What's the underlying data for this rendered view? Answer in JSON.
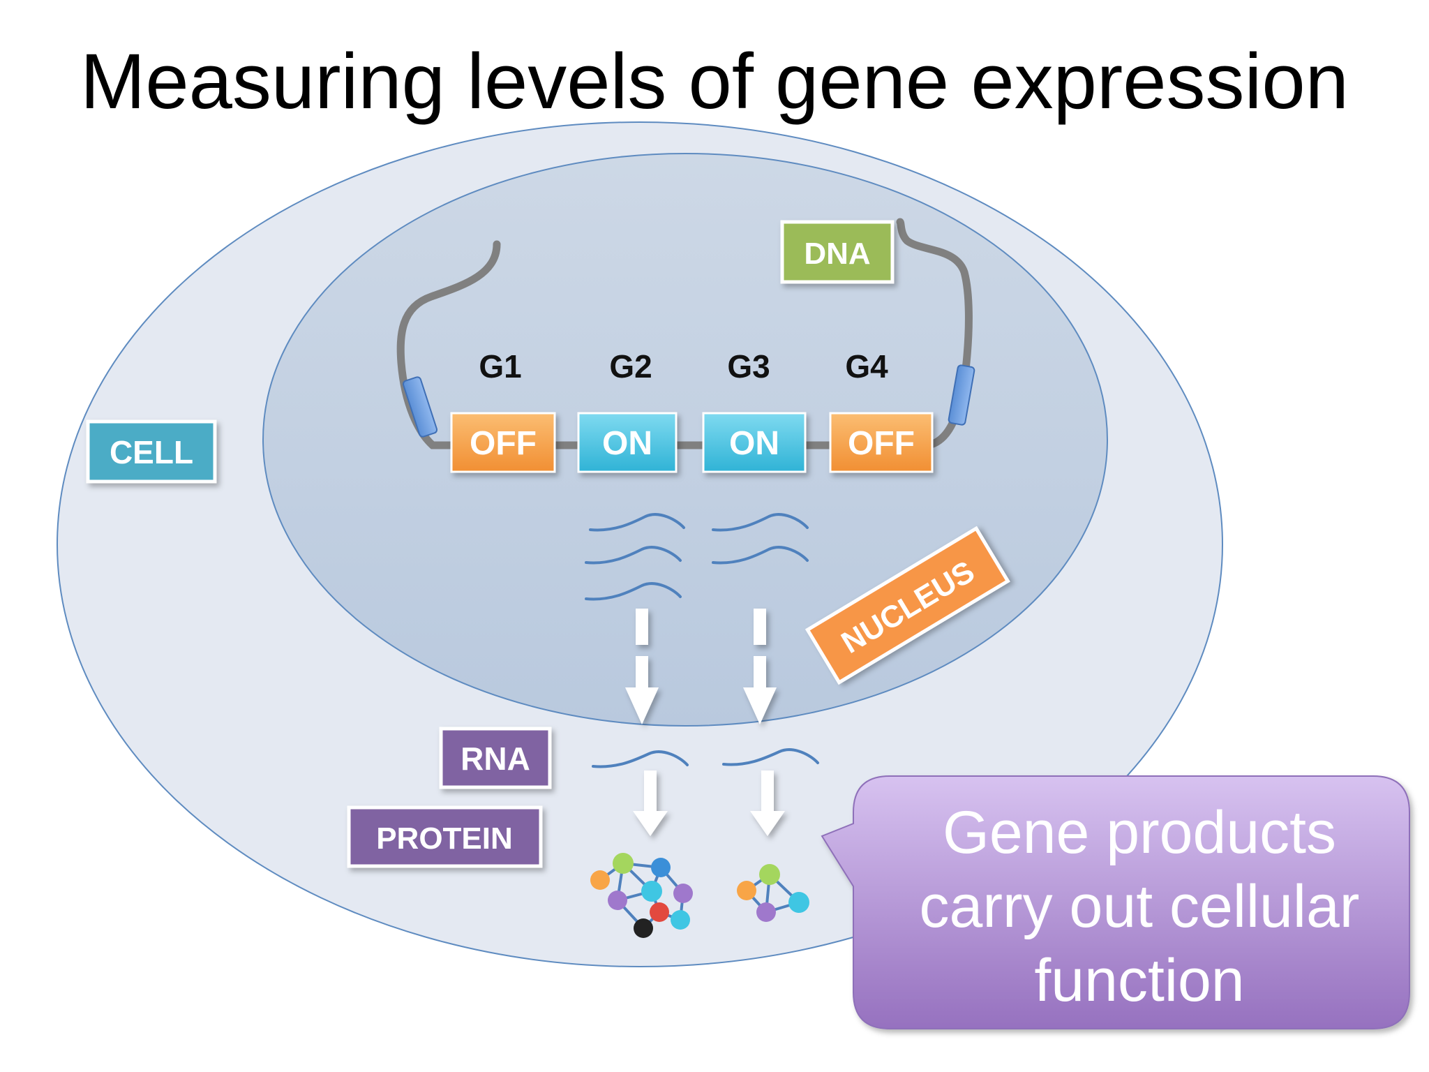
{
  "title": "Measuring levels of gene expression",
  "labels": {
    "cell": "CELL",
    "nucleus": "NUCLEUS",
    "dna": "DNA",
    "rna": "RNA",
    "protein": "PROTEIN"
  },
  "genes": [
    {
      "name": "G1",
      "state": "OFF"
    },
    {
      "name": "G2",
      "state": "ON"
    },
    {
      "name": "G3",
      "state": "ON"
    },
    {
      "name": "G4",
      "state": "OFF"
    }
  ],
  "callout": {
    "line1": "Gene products",
    "line2": "carry out cellular",
    "line3": "function"
  },
  "colors": {
    "on": "#47c2dd",
    "off": "#f6a24e",
    "dna": "#9bbb59",
    "cell_label": "#4bacc6",
    "nucleus_label": "#f79646",
    "rna_protein": "#8064a2",
    "callout": "#a883d1"
  }
}
